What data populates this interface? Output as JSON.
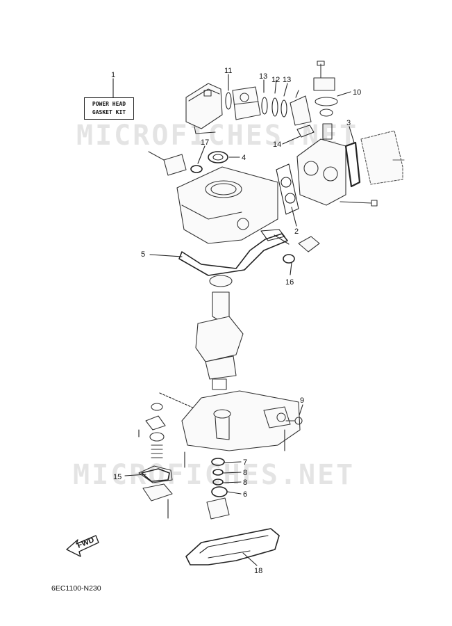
{
  "kit_label": {
    "line1": "POWER HEAD",
    "line2": "GASKET KIT"
  },
  "diagram_code": "6EC1100-N230",
  "fwd_label": "FWD",
  "watermarks": [
    "MICROFICHES.NET",
    "MICROFICHES.NET"
  ],
  "callouts": [
    "1",
    "11",
    "13",
    "12",
    "13",
    "10",
    "3",
    "17",
    "4",
    "14",
    "2",
    "5",
    "16",
    "9",
    "7",
    "8",
    "8",
    "15",
    "6",
    "18"
  ]
}
